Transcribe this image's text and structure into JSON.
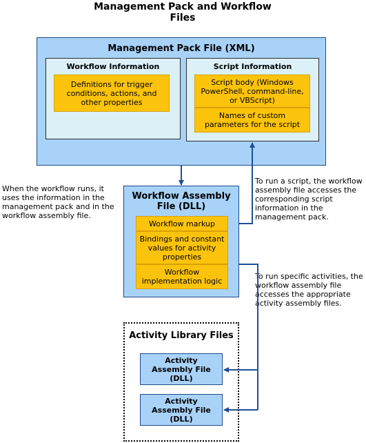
{
  "title": "Management Pack and Workflow Files",
  "colors": {
    "blue_box": "#a8d2f7",
    "blue_border": "#1d4a8c",
    "inner_box": "#dbf1f7",
    "orange_box": "#fbc30b",
    "arrow": "#1f4e96"
  },
  "management_pack": {
    "title": "Management Pack File (XML)",
    "workflow_info": {
      "title": "Workflow Information",
      "item": "Definitions for trigger conditions, actions, and other properties"
    },
    "script_info": {
      "title": "Script Information",
      "items": [
        "Script body (Windows PowerShell, command-line, or VBScript)",
        "Names of custom parameters for the script"
      ]
    }
  },
  "workflow_assembly": {
    "title": "Workflow Assembly File (DLL)",
    "items": [
      "Workflow markup",
      "Bindings and constant values for activity properties",
      "Workflow implementation logic"
    ]
  },
  "activity_library": {
    "title": "Activity Library Files",
    "items": [
      "Activity Assembly File (DLL)",
      "Activity Assembly File (DLL)"
    ]
  },
  "notes": {
    "left": "When the workflow runs, it uses the information in the management pack and in the workflow assembly file.",
    "right_top": "To run a script, the workflow assembly file accesses the corresponding script information in the management pack.",
    "right_bottom": "To run specific activities, the workflow assembly file accesses the appropriate activity assembly files."
  }
}
